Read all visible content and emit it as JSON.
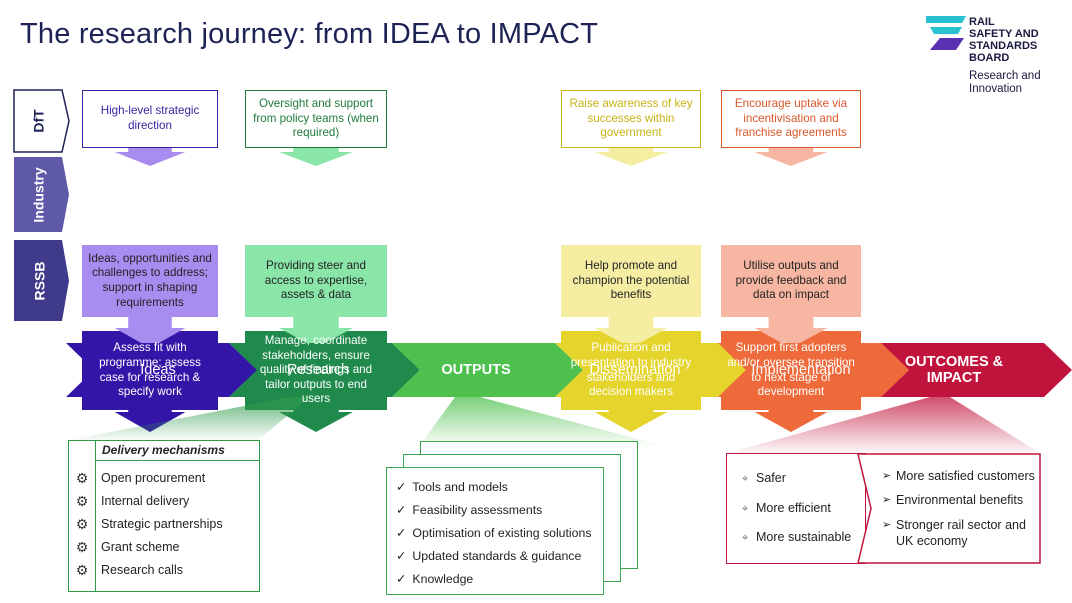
{
  "title": "The research journey: from IDEA to IMPACT",
  "logo": {
    "line1": "RAIL",
    "line2": "SAFETY AND",
    "line3": "STANDARDS",
    "line4": "BOARD",
    "sub1": "Research and",
    "sub2": "Innovation",
    "colors": {
      "cyan": "#27c1cf",
      "purple": "#5b2fb2"
    }
  },
  "rows": [
    {
      "label": "DfT"
    },
    {
      "label": "Industry"
    },
    {
      "label": "RSSB"
    }
  ],
  "columns": [
    {
      "top": "High-level strategic direction",
      "mid": "Ideas, opportunities and challenges to address; support in shaping requirements",
      "low": "Assess fit with programme; assess case for research & specify work",
      "colors": {
        "dark": "#3316a8",
        "mid": "#a88cf0",
        "top_text": "#3a1fa0"
      }
    },
    {
      "top": "Oversight and support from policy teams (when required)",
      "mid": "Providing steer and access to expertise, assets & data",
      "low": "Manage, coordinate stakeholders, ensure quality of findings and tailor outputs to end users",
      "colors": {
        "dark": "#1f8a4c",
        "mid": "#8ae6a8",
        "top_text": "#1f7a3c"
      }
    },
    {
      "top": "Raise awareness of key successes within government",
      "mid": "Help promote and champion the potential benefits",
      "low": "Publication and presentation to industry stakeholders and decision makers",
      "colors": {
        "dark": "#e4d42c",
        "mid": "#f5eea2",
        "top_text": "#c7b315"
      }
    },
    {
      "top": "Encourage uptake via incentivisation and franchise agreements",
      "mid": "Utilise outputs and provide feedback and data on impact",
      "low": "Support first adopters and/or oversee transition to next stage of development",
      "colors": {
        "dark": "#ee6a3a",
        "mid": "#f6b6a2",
        "top_text": "#d9582a"
      }
    }
  ],
  "chevrons": [
    {
      "label": "Ideas",
      "color": "#3316a8"
    },
    {
      "label": "Research",
      "color": "#1f8a4c"
    },
    {
      "label": "OUTPUTS",
      "color": "#4ec04e"
    },
    {
      "label": "Dissemination",
      "color": "#e4d42c"
    },
    {
      "label": "Implementation",
      "color": "#ee6a3a"
    },
    {
      "label": "OUTCOMES & IMPACT",
      "color": "#c0143c"
    }
  ],
  "delivery": {
    "header": "Delivery mechanisms",
    "items": [
      "Open procurement",
      "Internal delivery",
      "Strategic partnerships",
      "Grant scheme",
      "Research calls"
    ]
  },
  "outputs": {
    "items": [
      "Tools and models",
      "Feasibility assessments",
      "Optimisation of existing solutions",
      "Updated standards & guidance",
      "Knowledge"
    ]
  },
  "outcomes": {
    "left": [
      "Safer",
      "More efficient",
      "More sustainable"
    ],
    "right": [
      "More satisfied customers",
      "Environmental benefits",
      "Stronger rail sector and UK economy"
    ]
  }
}
